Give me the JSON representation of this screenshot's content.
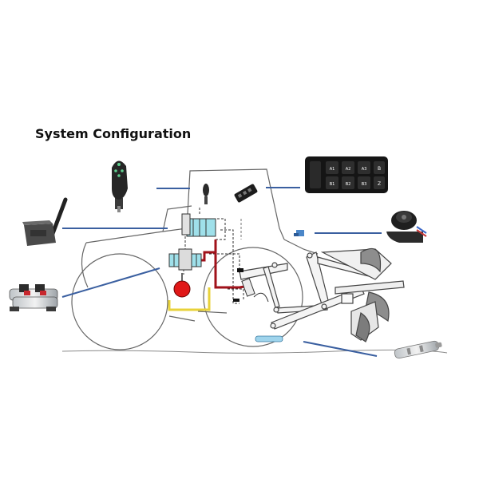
{
  "title": "System Configuration",
  "keypad": {
    "keys_top": [
      "A1",
      "A2",
      "A3",
      "B"
    ],
    "keys_bottom": [
      "B1",
      "B2",
      "B3",
      "Z"
    ]
  },
  "colors": {
    "leader_line": "#3a5fa0",
    "hydraulic_red": "#a0121a",
    "valve_cyan": "#9fe0ea",
    "drain_yellow": "#e8d23a",
    "outline": "#555555"
  }
}
